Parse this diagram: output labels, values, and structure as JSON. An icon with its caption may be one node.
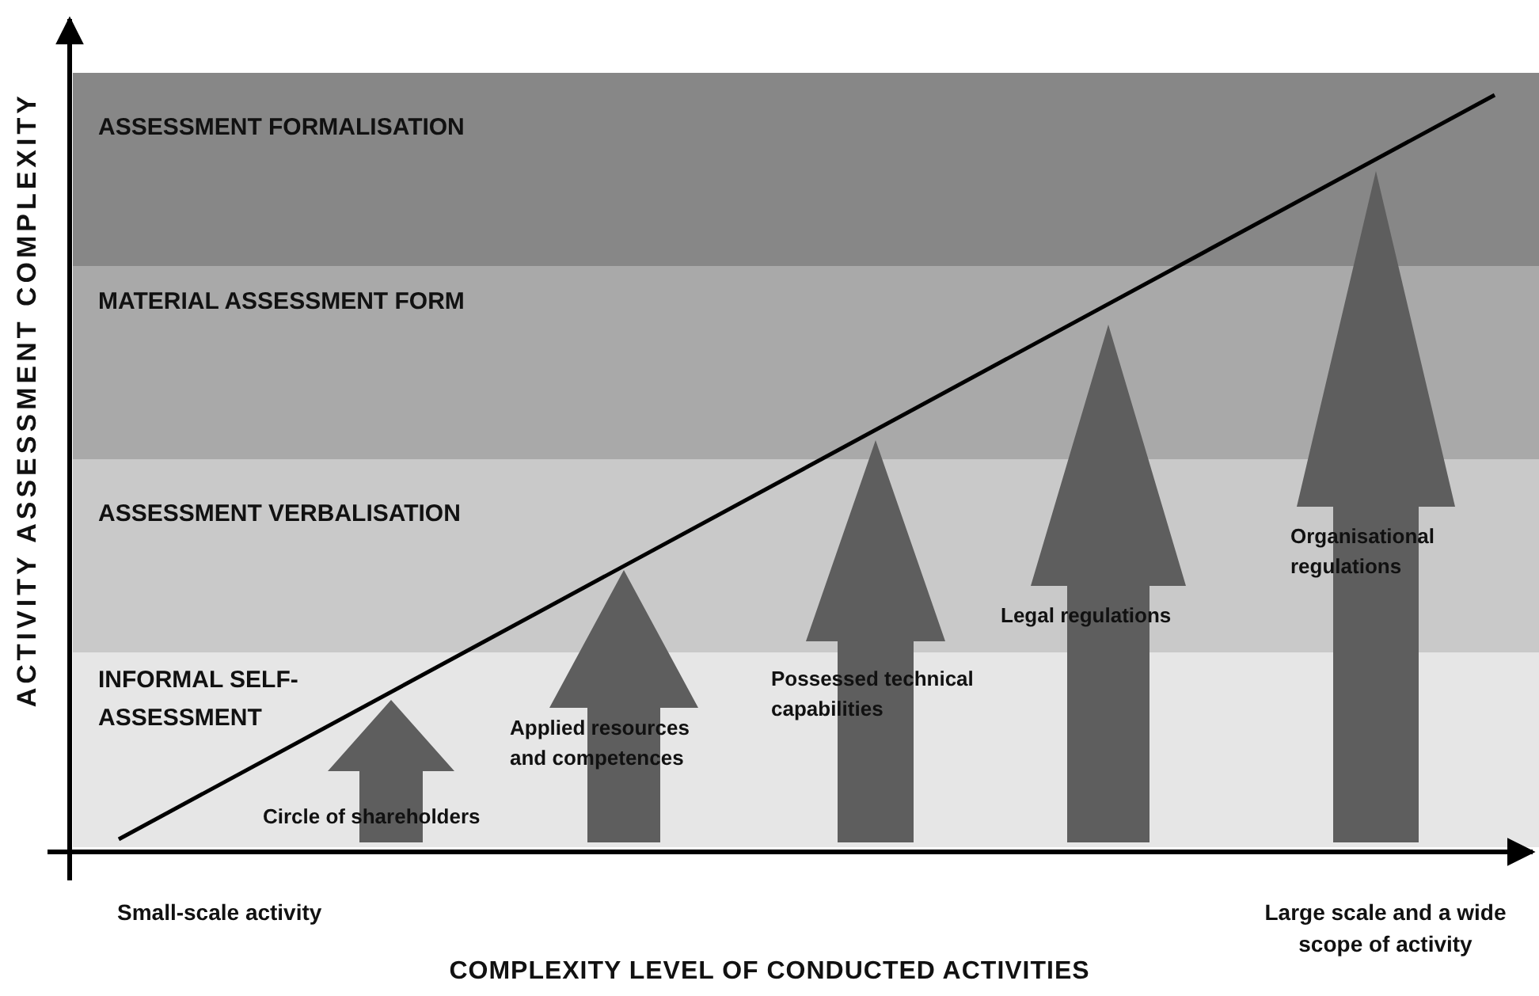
{
  "diagram": {
    "nodes": [
      {
        "text": [
          "Circle of shareholders"
        ]
      },
      {
        "text": [
          "Applied resources and competences"
        ]
      },
      {
        "text": [
          "Possessed technical capabilities"
        ]
      },
      {
        "text": [
          "Legal regulations"
        ]
      },
      {
        "text": [
          "Organisational regulations"
        ]
      }
    ],
    "labels": [
      "ACTIVITY ASSESSMENT COMPLEXITY",
      "ASSESSMENT FORMALISATION",
      "MATERIAL ASSESSMENT FORM",
      "ASSESSMENT VERBALISATION",
      "INFORMAL SELF-ASSESSMENT",
      "Small-scale activity",
      "Large scale and a wide scope of activity",
      "COMPLEXITY LEVEL OF CONDUCTED ACTIVITIES"
    ]
  }
}
